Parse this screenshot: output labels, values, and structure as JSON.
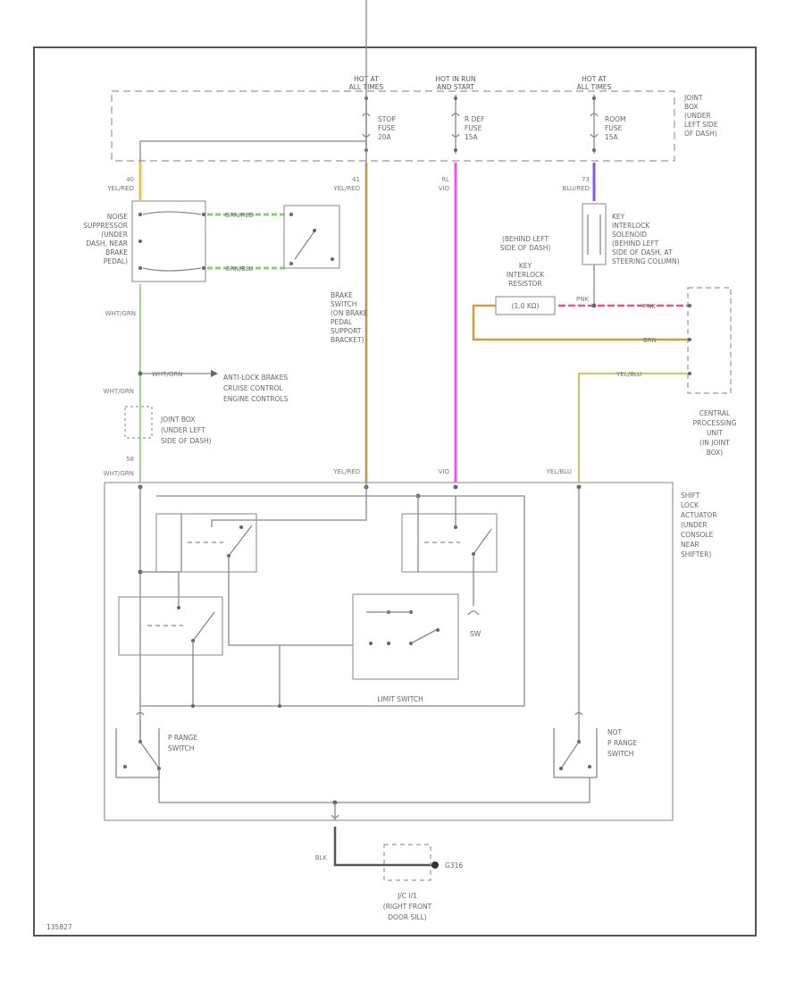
{
  "junction_box": {
    "hot_left": [
      "HOT AT",
      "ALL TIMES"
    ],
    "hot_mid": [
      "HOT IN RUN",
      "AND START"
    ],
    "hot_right": [
      "HOT AT",
      "ALL TIMES"
    ],
    "fuse_left": [
      "STOP",
      "FUSE",
      "20A"
    ],
    "fuse_mid": [
      "R DEF",
      "FUSE",
      "15A"
    ],
    "fuse_right": [
      "ROOM",
      "FUSE",
      "15A"
    ],
    "label": [
      "JOINT",
      "BOX",
      "(UNDER",
      "LEFT SIDE",
      "OF DASH)"
    ]
  },
  "wires": {
    "w40": [
      "40",
      "YEL/RED"
    ],
    "w41": [
      "41",
      "YEL/RED"
    ],
    "w_vio": [
      "VIO"
    ],
    "w_rl": [
      "RL"
    ],
    "w73": [
      "73",
      "BLU/RED"
    ],
    "grn_red": "GRN/RED",
    "grn_blu": "GRN/BLU",
    "wht_grn1": "WHT/GRN",
    "wht_grn_branch": "WHT/GRN",
    "wht_grn2": "WHT/GRN",
    "w58": "58",
    "wht_grn3": "WHT/GRN",
    "yel_red_bottom": "YEL/RED",
    "vio_bottom": "VIO",
    "yel_blu_bottom": "YEL/BLU",
    "pnk": "PNK",
    "pnk_b": "PNK",
    "brn": "BRN",
    "yel_blu_cpu": "YEL/BLU",
    "blk": "BLK"
  },
  "components": {
    "noise_suppressor": [
      "NOISE",
      "SUPPRESSOR",
      "(UNDER",
      "DASH, NEAR",
      "BRAKE",
      "PEDAL)"
    ],
    "brake_switch": [
      "BRAKE",
      "SWITCH",
      "(ON BRAKE",
      "PEDAL",
      "SUPPORT",
      "BRACKET)"
    ],
    "anti_lock": [
      "ANTI-LOCK BRAKES",
      "CRUISE CONTROL",
      "ENGINE CONTROLS"
    ],
    "joint_box_small": [
      "JOINT BOX",
      "(UNDER LEFT",
      "SIDE OF DASH)"
    ],
    "key_interlock_resistor": [
      "(BEHIND LEFT",
      "SIDE OF DASH)",
      "KEY",
      "INTERLOCK",
      "RESISTOR"
    ],
    "resistor_value": "(1.0 KΩ)",
    "key_interlock_solenoid": [
      "KEY",
      "INTERLOCK",
      "SOLENOID",
      "(BEHIND LEFT",
      "SIDE OF DASH, AT",
      "STEERING COLUMN)"
    ],
    "cpu": [
      "CENTRAL",
      "PROCESSING",
      "UNIT",
      "(IN JOINT",
      "BOX)"
    ],
    "shift_lock_actuator": [
      "SHIFT",
      "LOCK",
      "ACTUATOR",
      "(UNDER",
      "CONSOLE",
      "NEAR",
      "SHIFTER)"
    ],
    "limit_switch": "LIMIT SWITCH",
    "p_range_switch": [
      "P RANGE",
      "SWITCH"
    ],
    "not_p_range_switch": [
      "NOT",
      "P RANGE",
      "SWITCH"
    ],
    "ground": "G316",
    "ground_location": [
      "J/C I/1",
      "(RIGHT FRONT",
      "DOOR SILL)"
    ],
    "diagram_id": "135827",
    "sw_label": "SW"
  },
  "colors": {
    "yel_red": "#f5bd55",
    "vio": "#ee55ee",
    "blu_red": "#8c55ee",
    "grn": "#88cc77",
    "pnk": "#f0557a",
    "brn": "#c8a040",
    "yel_blu": "#b8b840"
  }
}
